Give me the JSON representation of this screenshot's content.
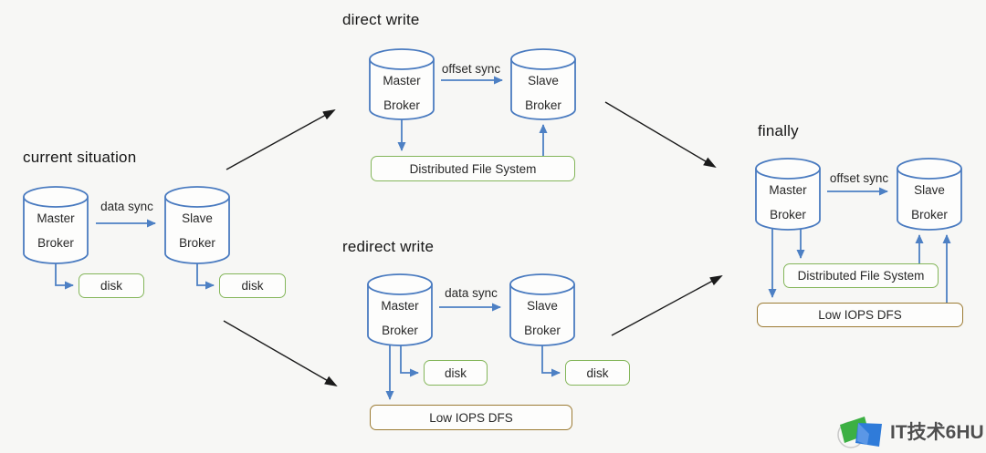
{
  "sections": {
    "current": {
      "title": "current situation",
      "sync": "data sync",
      "master": [
        "Master",
        "Broker"
      ],
      "slave": [
        "Slave",
        "Broker"
      ],
      "master_disk": "disk",
      "slave_disk": "disk"
    },
    "direct": {
      "title": "direct write",
      "sync": "offset sync",
      "master": [
        "Master",
        "Broker"
      ],
      "slave": [
        "Slave",
        "Broker"
      ],
      "dfs": "Distributed File System"
    },
    "redirect": {
      "title": "redirect write",
      "sync": "data sync",
      "master": [
        "Master",
        "Broker"
      ],
      "slave": [
        "Slave",
        "Broker"
      ],
      "master_disk": "disk",
      "slave_disk": "disk",
      "low_iops": "Low IOPS DFS"
    },
    "finally": {
      "title": "finally",
      "sync": "offset sync",
      "master": [
        "Master",
        "Broker"
      ],
      "slave": [
        "Slave",
        "Broker"
      ],
      "dfs": "Distributed File System",
      "low_iops": "Low IOPS DFS"
    }
  },
  "watermark": {
    "text": "IT技术6HU"
  },
  "colors": {
    "node_stroke_blue": "#4a7bc0",
    "arrow_blue": "#4d80c4",
    "box_green": "#84b65a",
    "box_brown": "#9c7b33",
    "transition_black": "#1a1a1a",
    "background": "#f7f7f5",
    "logo_green": "#3cb043",
    "logo_blue": "#2f7bd9"
  }
}
